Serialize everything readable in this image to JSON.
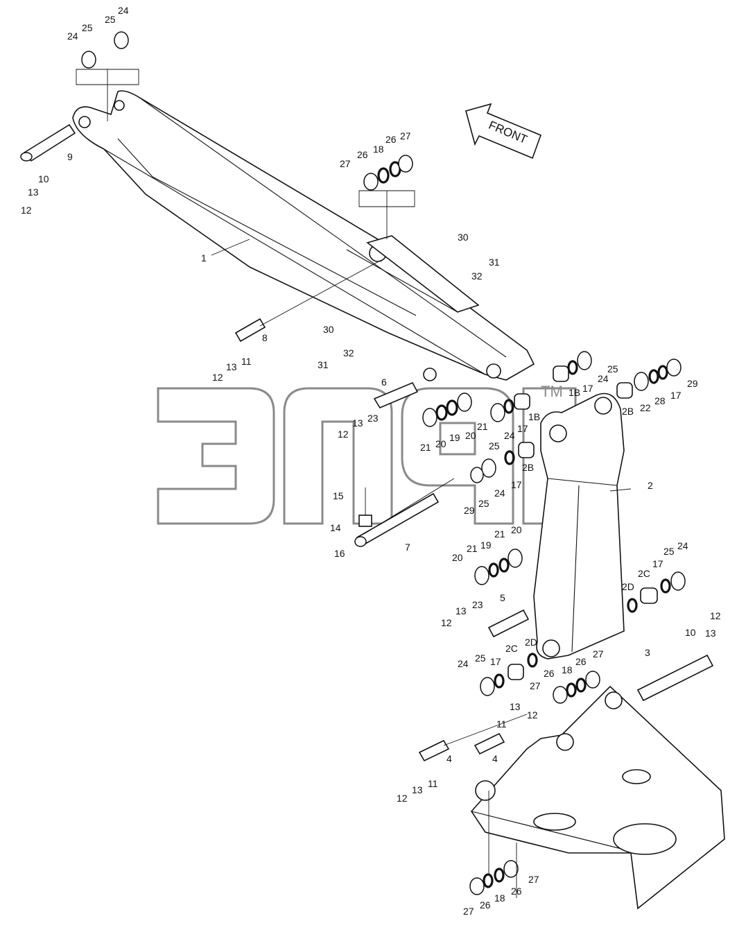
{
  "direction_arrow": {
    "label": "FRONT"
  },
  "watermark": {
    "text": "эпц",
    "mark": "TM"
  },
  "callouts": [
    {
      "id": "c-24a",
      "text": "24"
    },
    {
      "id": "c-25a",
      "text": "25"
    },
    {
      "id": "c-25b",
      "text": "25"
    },
    {
      "id": "c-24b",
      "text": "24"
    },
    {
      "id": "c-9",
      "text": "9"
    },
    {
      "id": "c-10a",
      "text": "10"
    },
    {
      "id": "c-13a",
      "text": "13"
    },
    {
      "id": "c-12a",
      "text": "12"
    },
    {
      "id": "c-1",
      "text": "1"
    },
    {
      "id": "c-27a",
      "text": "27"
    },
    {
      "id": "c-26a",
      "text": "26"
    },
    {
      "id": "c-18a",
      "text": "18"
    },
    {
      "id": "c-26b",
      "text": "26"
    },
    {
      "id": "c-27b",
      "text": "27"
    },
    {
      "id": "c-30a",
      "text": "30"
    },
    {
      "id": "c-31a",
      "text": "31"
    },
    {
      "id": "c-32a",
      "text": "32"
    },
    {
      "id": "c-30b",
      "text": "30"
    },
    {
      "id": "c-32b",
      "text": "32"
    },
    {
      "id": "c-31b",
      "text": "31"
    },
    {
      "id": "c-8",
      "text": "8"
    },
    {
      "id": "c-11a",
      "text": "11"
    },
    {
      "id": "c-13b",
      "text": "13"
    },
    {
      "id": "c-12b",
      "text": "12"
    },
    {
      "id": "c-6",
      "text": "6"
    },
    {
      "id": "c-23a",
      "text": "23"
    },
    {
      "id": "c-13c",
      "text": "13"
    },
    {
      "id": "c-12c",
      "text": "12"
    },
    {
      "id": "c-21a",
      "text": "21"
    },
    {
      "id": "c-20a",
      "text": "20"
    },
    {
      "id": "c-19a",
      "text": "19"
    },
    {
      "id": "c-20b",
      "text": "20"
    },
    {
      "id": "c-21b",
      "text": "21"
    },
    {
      "id": "c-25c",
      "text": "25"
    },
    {
      "id": "c-24c",
      "text": "24"
    },
    {
      "id": "c-17a",
      "text": "17"
    },
    {
      "id": "c-1Ba",
      "text": "1B"
    },
    {
      "id": "c-25d",
      "text": "25"
    },
    {
      "id": "c-24d",
      "text": "24"
    },
    {
      "id": "c-17b",
      "text": "17"
    },
    {
      "id": "c-1Bb",
      "text": "1B"
    },
    {
      "id": "c-2Ba",
      "text": "2B"
    },
    {
      "id": "c-22",
      "text": "22"
    },
    {
      "id": "c-28",
      "text": "28"
    },
    {
      "id": "c-17c",
      "text": "17"
    },
    {
      "id": "c-29a",
      "text": "29"
    },
    {
      "id": "c-2Bb",
      "text": "2B"
    },
    {
      "id": "c-17d",
      "text": "17"
    },
    {
      "id": "c-24e",
      "text": "24"
    },
    {
      "id": "c-25e",
      "text": "25"
    },
    {
      "id": "c-29b",
      "text": "29"
    },
    {
      "id": "c-2",
      "text": "2"
    },
    {
      "id": "c-15",
      "text": "15"
    },
    {
      "id": "c-14",
      "text": "14"
    },
    {
      "id": "c-16",
      "text": "16"
    },
    {
      "id": "c-7",
      "text": "7"
    },
    {
      "id": "c-20c",
      "text": "20"
    },
    {
      "id": "c-21c",
      "text": "21"
    },
    {
      "id": "c-19b",
      "text": "19"
    },
    {
      "id": "c-21d",
      "text": "21"
    },
    {
      "id": "c-20d",
      "text": "20"
    },
    {
      "id": "c-2Ca",
      "text": "2C"
    },
    {
      "id": "c-17e",
      "text": "17"
    },
    {
      "id": "c-25f",
      "text": "25"
    },
    {
      "id": "c-24f",
      "text": "24"
    },
    {
      "id": "c-2Da",
      "text": "2D"
    },
    {
      "id": "c-5",
      "text": "5"
    },
    {
      "id": "c-23b",
      "text": "23"
    },
    {
      "id": "c-13d",
      "text": "13"
    },
    {
      "id": "c-12d",
      "text": "12"
    },
    {
      "id": "c-2Db",
      "text": "2D"
    },
    {
      "id": "c-2Cb",
      "text": "2C"
    },
    {
      "id": "c-17f",
      "text": "17"
    },
    {
      "id": "c-25g",
      "text": "25"
    },
    {
      "id": "c-24g",
      "text": "24"
    },
    {
      "id": "c-26c",
      "text": "26"
    },
    {
      "id": "c-27c",
      "text": "27"
    },
    {
      "id": "c-18b",
      "text": "18"
    },
    {
      "id": "c-26d",
      "text": "26"
    },
    {
      "id": "c-27d",
      "text": "27"
    },
    {
      "id": "c-3",
      "text": "3"
    },
    {
      "id": "c-10b",
      "text": "10"
    },
    {
      "id": "c-12e",
      "text": "12"
    },
    {
      "id": "c-13e",
      "text": "13"
    },
    {
      "id": "c-13f",
      "text": "13"
    },
    {
      "id": "c-12f",
      "text": "12"
    },
    {
      "id": "c-11b",
      "text": "11"
    },
    {
      "id": "c-4a",
      "text": "4"
    },
    {
      "id": "c-4b",
      "text": "4"
    },
    {
      "id": "c-13g",
      "text": "13"
    },
    {
      "id": "c-11c",
      "text": "11"
    },
    {
      "id": "c-12g",
      "text": "12"
    },
    {
      "id": "c-27e",
      "text": "27"
    },
    {
      "id": "c-26e",
      "text": "26"
    },
    {
      "id": "c-18c",
      "text": "18"
    },
    {
      "id": "c-26f",
      "text": "26"
    },
    {
      "id": "c-27f",
      "text": "27"
    }
  ]
}
